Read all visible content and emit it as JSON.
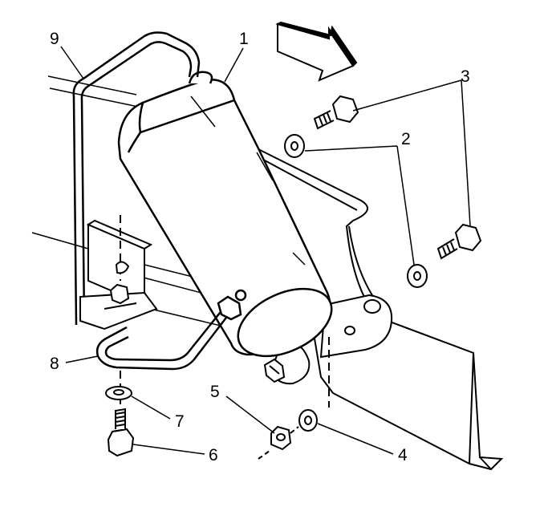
{
  "diagram": {
    "callouts": {
      "c1": "1",
      "c2": "2",
      "c3": "3",
      "c4": "4",
      "c5": "5",
      "c6": "6",
      "c7": "7",
      "c8": "8",
      "c9": "9"
    },
    "colors": {
      "line": "#000000",
      "fill": "#ffffff",
      "shade": "#d9d9d9"
    }
  }
}
